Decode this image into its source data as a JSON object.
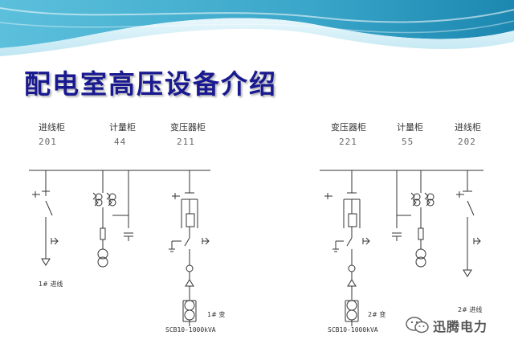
{
  "title": "配电室高压设备介绍",
  "left_panel": {
    "cabinets": [
      {
        "name": "进线柜",
        "code": "201"
      },
      {
        "name": "计量柜",
        "code": "44"
      },
      {
        "name": "变压器柜",
        "code": "211"
      }
    ],
    "incoming_label": "1# 进线",
    "transformer_label": "1# 变",
    "transformer_spec": "SCB10-1000kVA"
  },
  "right_panel": {
    "cabinets": [
      {
        "name": "变压器柜",
        "code": "221"
      },
      {
        "name": "计量柜",
        "code": "55"
      },
      {
        "name": "进线柜",
        "code": "202"
      }
    ],
    "incoming_label": "2# 进线",
    "transformer_label": "2# 变",
    "transformer_spec": "SCB10-1000kVA"
  },
  "watermark": {
    "text": "迅腾电力",
    "icon": "wechat-icon"
  },
  "colors": {
    "title": "#1a1a90",
    "wave_dark": "#3aa6c9",
    "wave_light": "#bfe6f2",
    "line": "#333333"
  }
}
